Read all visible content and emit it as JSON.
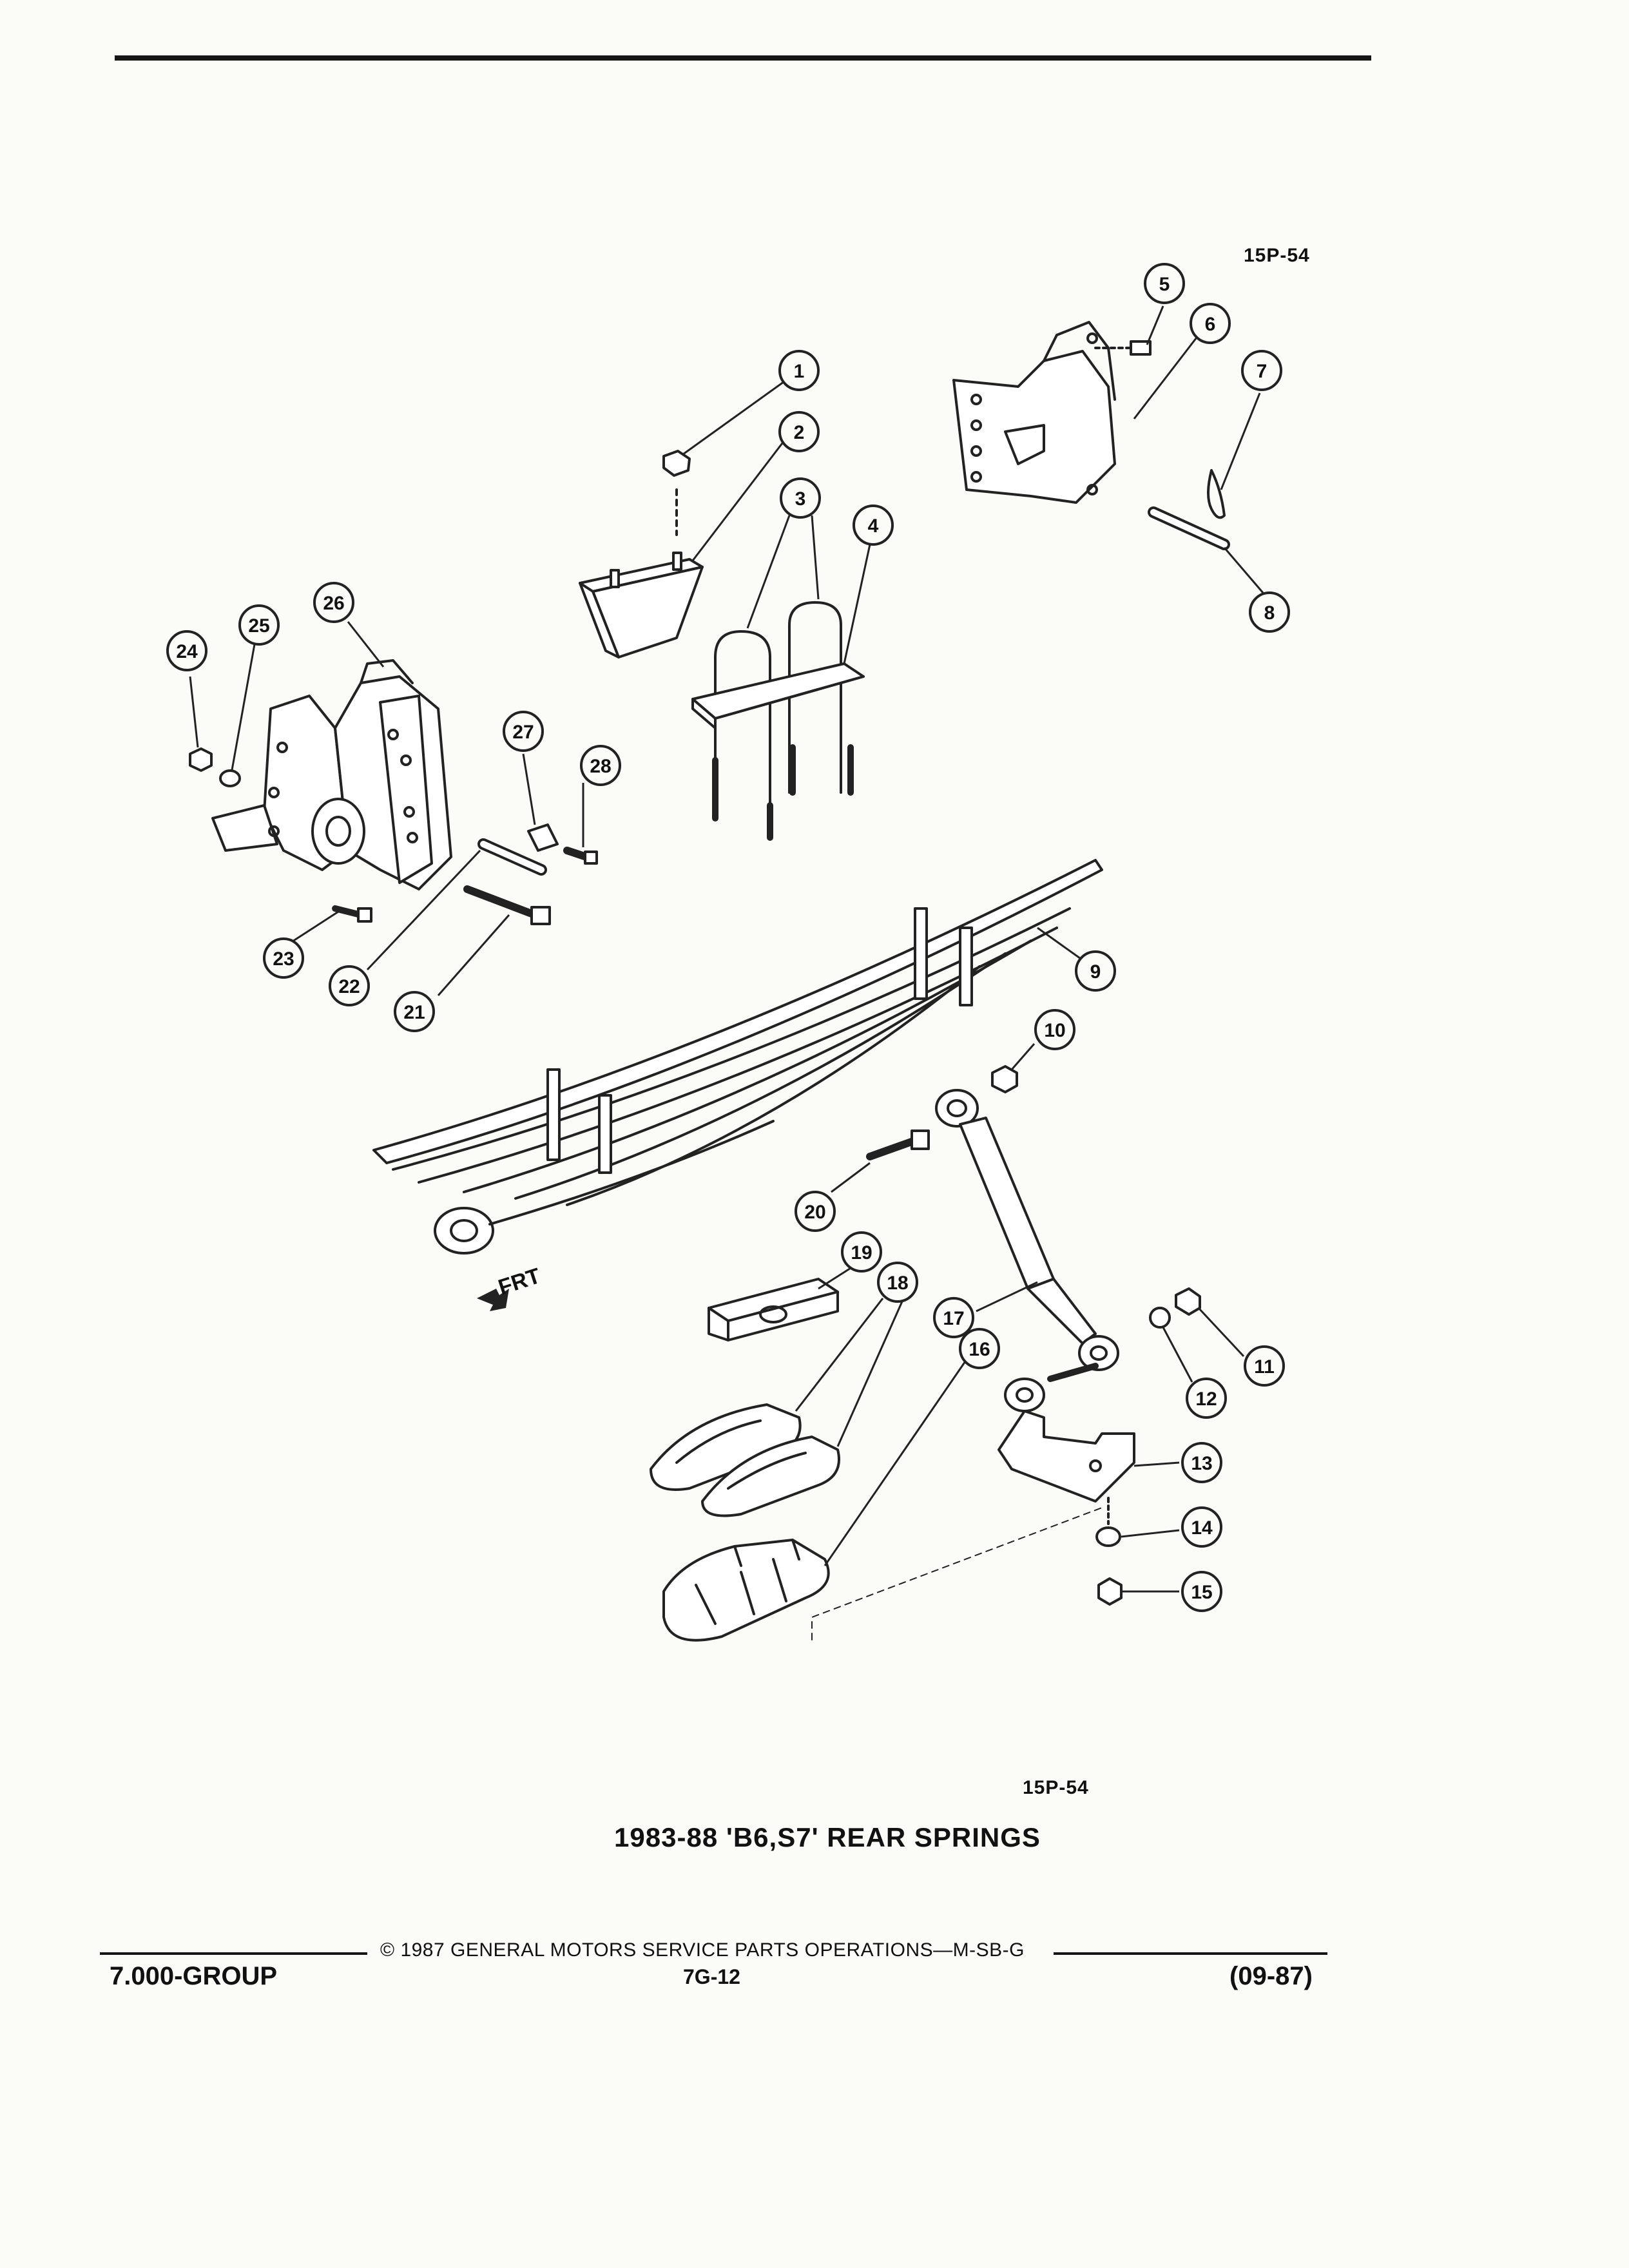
{
  "header": {
    "figure_code_top": "15P-54"
  },
  "diagram": {
    "front_indicator": "FRT",
    "callouts": [
      "1",
      "2",
      "3",
      "4",
      "5",
      "6",
      "7",
      "8",
      "9",
      "10",
      "11",
      "12",
      "13",
      "14",
      "15",
      "16",
      "17",
      "18",
      "19",
      "20",
      "21",
      "22",
      "23",
      "24",
      "25",
      "26",
      "27",
      "28"
    ]
  },
  "caption": {
    "figure_code_bottom": "15P-54",
    "title": "1983-88 'B6,S7' REAR SPRINGS"
  },
  "footer": {
    "copyright": "© 1987 GENERAL MOTORS SERVICE PARTS OPERATIONS—M-SB-G",
    "page_number": "7G-12",
    "group": "7.000-GROUP",
    "date_code": "(09-87)"
  }
}
